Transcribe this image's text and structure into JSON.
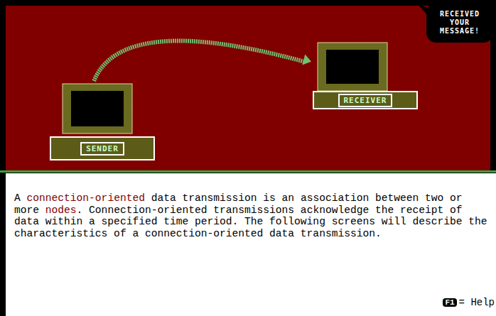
{
  "diagram": {
    "nodes": [
      {
        "text": [
          "SENDER"
        ]
      },
      {
        "text": [
          "RECEIVER"
        ]
      },
      {
        "text": [
          "RECEIVED YOUR MESSAGE!"
        ]
      }
    ],
    "edges": [
      {
        "from": 0,
        "to": 1,
        "arrow": "to"
      }
    ],
    "labels": [
      "A",
      "connection-oriented",
      "data transmission is an association between two or more",
      "nodes",
      ". Connection-oriented transmissions acknowledge the receipt of data within a specified time period. The following screens will describe the characteristics of a connection-oriented data transmission.",
      "F1",
      "= Help"
    ]
  }
}
